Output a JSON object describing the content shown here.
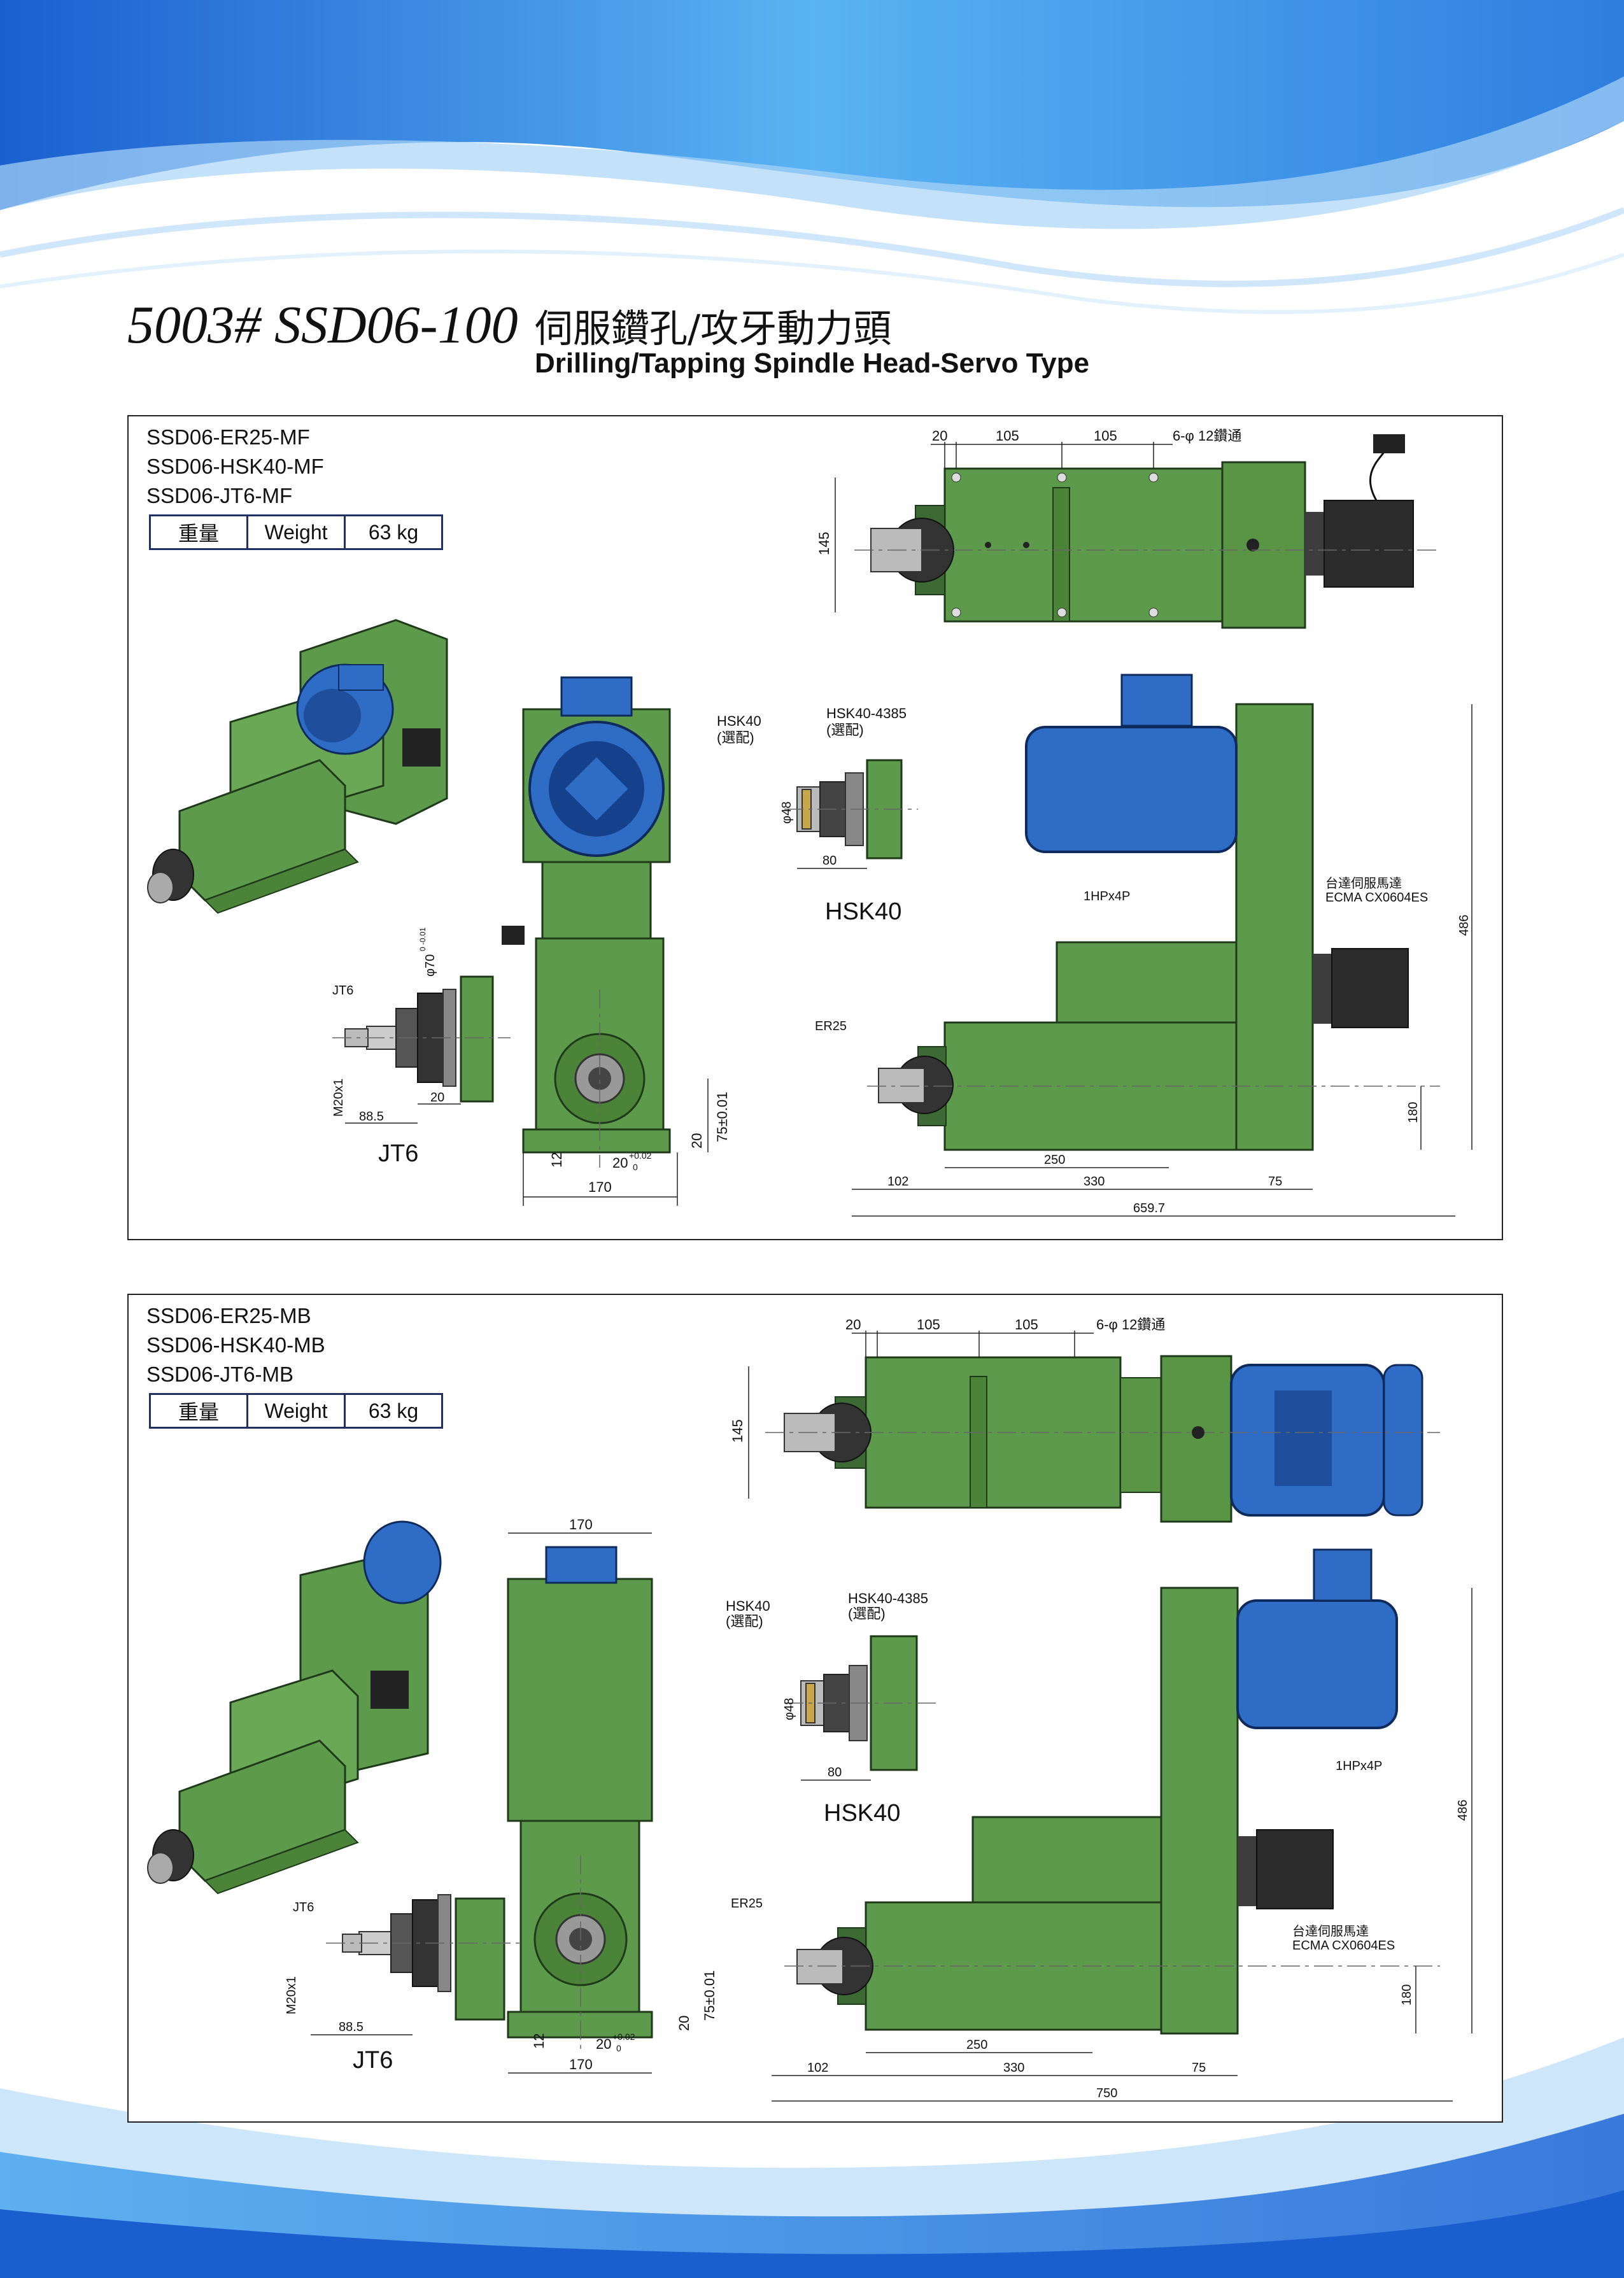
{
  "header": {
    "model_code": "5003# SSD06-100",
    "title_zh": "伺服鑽孔/攻牙動力頭",
    "title_en": "Drilling/Tapping Spindle Head-Servo Type"
  },
  "panels": [
    {
      "models": [
        "SSD06-ER25-MF",
        "SSD06-HSK40-MF",
        "SSD06-JT6-MF"
      ],
      "weight": {
        "label_zh": "重量",
        "label_en": "Weight",
        "value": "63 kg"
      },
      "dims_top": {
        "d1": "20",
        "d2": "105",
        "d3": "105",
        "holes": "6-φ 12鑽通",
        "height": "145"
      },
      "jt6": {
        "jt6": "JT6",
        "thread": "M20x1",
        "dia": "φ70",
        "dia_tol": "0\n-0.01",
        "d1": "20",
        "d2": "88.5",
        "caption": "JT6"
      },
      "front": {
        "h1": "75±0.01",
        "h2": "20",
        "h3": "12",
        "w1": "20",
        "w1_tol_up": "+0.02",
        "w1_tol_dn": "0",
        "w2": "170"
      },
      "hsk": {
        "hsk40": "HSK40",
        "opt1": "(選配)",
        "hsk4385": "HSK40-4385",
        "opt2": "(選配)",
        "dia": "φ48",
        "len": "80",
        "caption": "HSK40"
      },
      "side": {
        "motor": "1HPx4P",
        "servo_zh": "台達伺服馬達",
        "servo_en": "ECMA CX0604ES",
        "er25": "ER25",
        "h_total": "486",
        "h_low": "180",
        "d250": "250",
        "d102": "102",
        "d330": "330",
        "d75": "75",
        "total": "659.7"
      }
    },
    {
      "models": [
        "SSD06-ER25-MB",
        "SSD06-HSK40-MB",
        "SSD06-JT6-MB"
      ],
      "weight": {
        "label_zh": "重量",
        "label_en": "Weight",
        "value": "63 kg"
      },
      "dims_top": {
        "d1": "20",
        "d2": "105",
        "d3": "105",
        "holes": "6-φ 12鑽通",
        "height": "145"
      },
      "jt6": {
        "jt6": "JT6",
        "thread": "M20x1",
        "d2": "88.5",
        "caption": "JT6"
      },
      "front": {
        "top_w": "170",
        "h1": "75±0.01",
        "h2": "20",
        "h3": "12",
        "w1": "20",
        "w1_tol_up": "+0.02",
        "w1_tol_dn": "0",
        "w2": "170"
      },
      "hsk": {
        "hsk40": "HSK40",
        "opt1": "(選配)",
        "hsk4385": "HSK40-4385",
        "opt2": "(選配)",
        "dia": "φ48",
        "len": "80",
        "caption": "HSK40"
      },
      "side": {
        "motor": "1HPx4P",
        "servo_zh": "台達伺服馬達",
        "servo_en": "ECMA CX0604ES",
        "er25": "ER25",
        "h_total": "486",
        "h_low": "180",
        "d250": "250",
        "d102": "102",
        "d330": "330",
        "d75": "75",
        "total": "750"
      }
    }
  ],
  "colors": {
    "machine_green": "#5e9a4b",
    "motor_blue": "#2f6cc6",
    "wave_blue": "#3f8fe6"
  }
}
